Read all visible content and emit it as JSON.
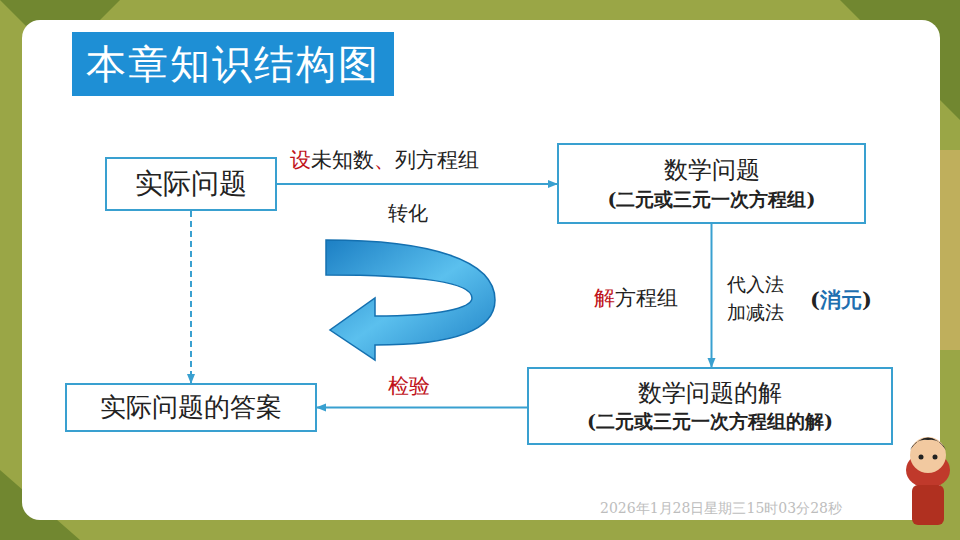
{
  "diagram": {
    "title": "本章知识结构图",
    "nodes": [
      {
        "text": [
          "实际问题"
        ]
      },
      {
        "text": [
          "数学问题",
          "(二元或三元一次方程组)"
        ]
      },
      {
        "text": [
          "数学问题的解",
          "(二元或三元一次方程组的解)"
        ]
      },
      {
        "text": [
          "实际问题的答案"
        ]
      }
    ],
    "edges": [
      {
        "from": 0,
        "to": 1,
        "label": "设未知数、列方程组",
        "arrow": "to"
      },
      {
        "from": 1,
        "to": 2,
        "label": "解方程组",
        "arrow": "to"
      },
      {
        "from": 2,
        "to": 3,
        "label": "检验",
        "arrow": "to"
      },
      {
        "from": 0,
        "to": 3,
        "arrow": "to"
      }
    ],
    "labels": [
      "转化",
      "代入法",
      "加减法",
      "(消元)",
      "2026年1月28日星期三15时03分28秒"
    ]
  }
}
